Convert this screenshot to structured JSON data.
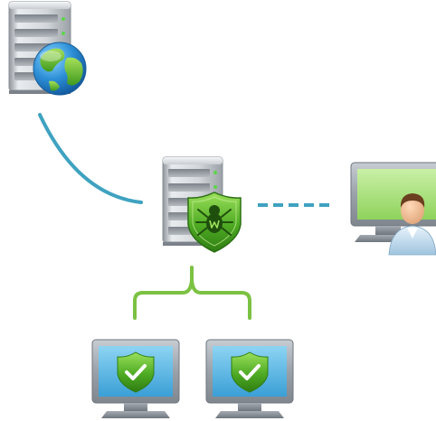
{
  "diagram": {
    "nodes": [
      {
        "id": "internet-server",
        "icon": "server-globe-icon"
      },
      {
        "id": "protection-server",
        "icon": "server-shield-icon"
      },
      {
        "id": "admin-workstation",
        "icon": "monitor-user-icon"
      },
      {
        "id": "protected-station-1",
        "icon": "monitor-shield-check-icon"
      },
      {
        "id": "protected-station-2",
        "icon": "monitor-shield-check-icon"
      }
    ],
    "connections": [
      {
        "from": "internet-server",
        "to": "protection-server",
        "style": "solid-curve",
        "color": "#3fa2c0"
      },
      {
        "from": "protection-server",
        "to": "admin-workstation",
        "style": "dashed",
        "color": "#3fa2c0"
      },
      {
        "from": "protection-server",
        "to": "protected-stations",
        "style": "bracket",
        "color": "#7cc242"
      }
    ]
  }
}
